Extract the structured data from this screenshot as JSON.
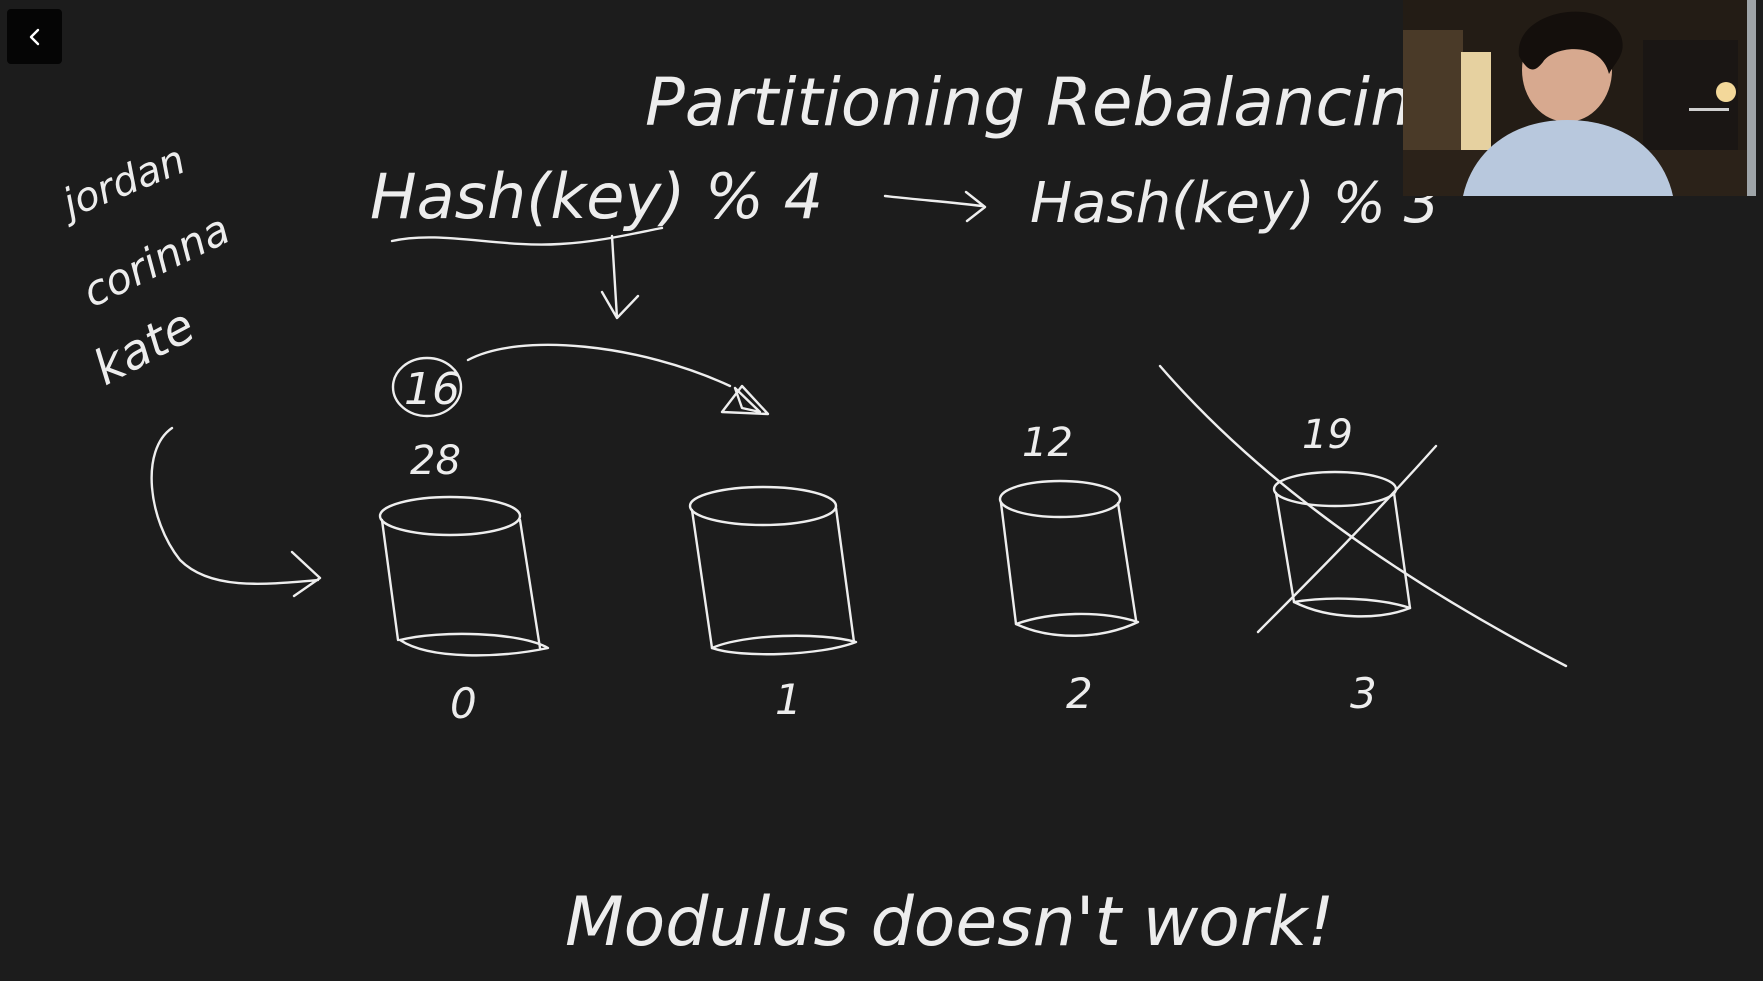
{
  "toolbar": {
    "back_icon": "chevron-left-icon"
  },
  "whiteboard": {
    "title": "Partitioning Rebalancing",
    "formula_left": "Hash(key) % 4",
    "formula_right": "Hash(key) % 3",
    "keys": [
      "jordan",
      "corinna",
      "kate"
    ],
    "hash_value": "16",
    "partitions": [
      {
        "label": "0",
        "count": "28"
      },
      {
        "label": "1",
        "count": ""
      },
      {
        "label": "2",
        "count": "12"
      },
      {
        "label": "3",
        "count": "19",
        "crossed_out": true
      }
    ],
    "conclusion": "Modulus doesn't work!"
  },
  "webcam": {
    "description_icon": "presenter-video-icon"
  },
  "colors": {
    "board_background": "#1c1c1c",
    "ink": "#eeeeee"
  }
}
